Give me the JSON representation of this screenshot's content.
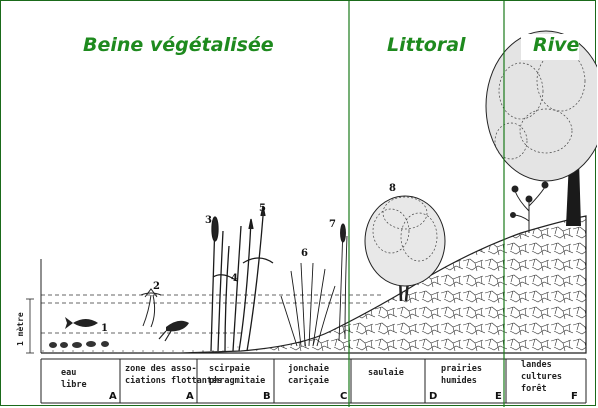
{
  "zones": {
    "beine": "Beine végétalisée",
    "littoral": "Littoral",
    "rive": "Rive"
  },
  "depth_label": "1 mètre",
  "plant_numbers": [
    "1",
    "2",
    "3",
    "4",
    "5",
    "6",
    "7",
    "8"
  ],
  "table": [
    {
      "lines": [
        "eau",
        "libre"
      ],
      "letter": "A"
    },
    {
      "lines": [
        "zone des asso-",
        "ciations flottantes"
      ],
      "letter": "A"
    },
    {
      "lines": [
        "scirpaie",
        "phragmitaie"
      ],
      "letter": "B"
    },
    {
      "lines": [
        "jonchaie",
        "cariçaie"
      ],
      "letter": "C"
    },
    {
      "lines": [
        "saulaie"
      ],
      "letter": ""
    },
    {
      "lines": [
        "prairies",
        "humides"
      ],
      "letter": "D"
    },
    {
      "lines": [
        "",
        "",
        ""
      ],
      "letter": "E"
    },
    {
      "lines": [
        "landes",
        "cultures",
        "forêt"
      ],
      "letter": "F"
    }
  ],
  "colors": {
    "zone_title": "#1e8a1e",
    "divider": "#1a7a1a",
    "ink": "#1a1a1a"
  }
}
